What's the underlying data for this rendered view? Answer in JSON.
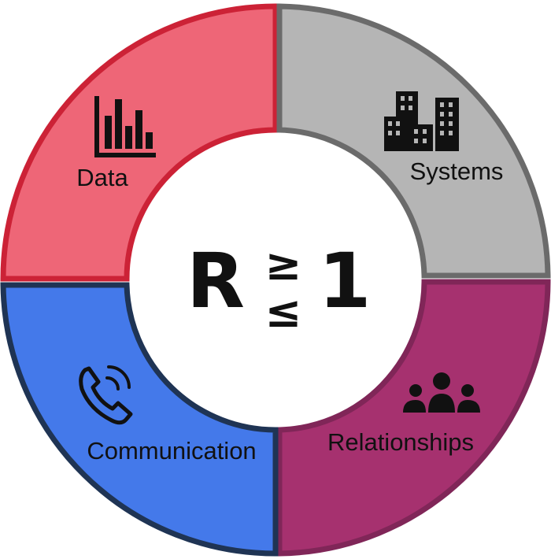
{
  "segments": [
    {
      "key": "data",
      "label": "Data",
      "icon": "bar-chart-icon",
      "fill": "#ee6677",
      "stroke": "#cc2236"
    },
    {
      "key": "systems",
      "label": "Systems",
      "icon": "buildings-icon",
      "fill": "#b5b5b5",
      "stroke": "#6b6b6b"
    },
    {
      "key": "relationships",
      "label": "Relationships",
      "icon": "people-group-icon",
      "fill": "#a6316f",
      "stroke": "#802658"
    },
    {
      "key": "communication",
      "label": "Communication",
      "icon": "phone-icon",
      "fill": "#4479ea",
      "stroke": "#1f3454"
    }
  ],
  "center": {
    "left": "R",
    "right": "1",
    "symbols": [
      "≥",
      "≤"
    ]
  },
  "colors": {
    "background": "#ffffff",
    "text": "#111111"
  }
}
